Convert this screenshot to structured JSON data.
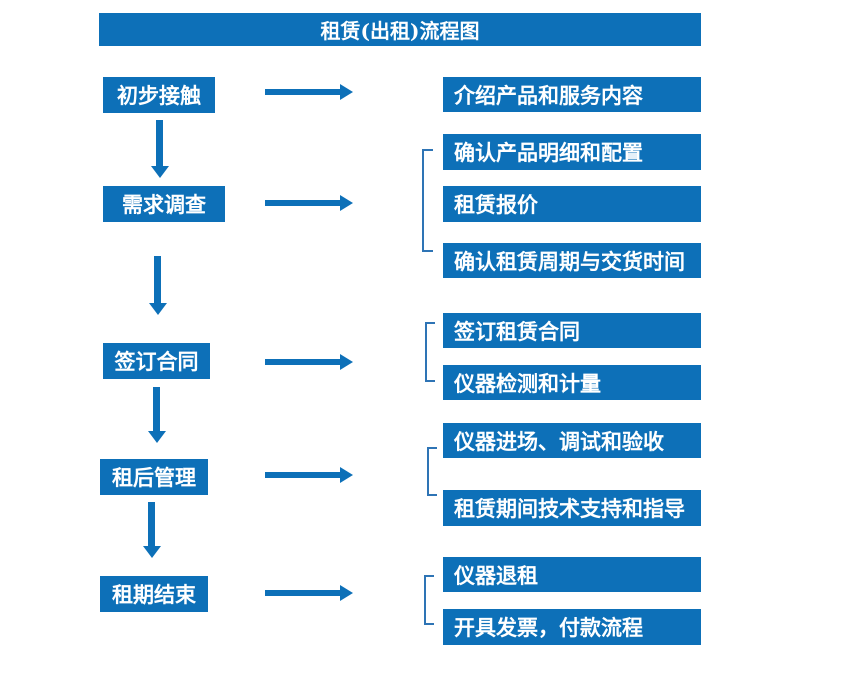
{
  "title": "租赁(出租)流程图",
  "colors": {
    "primary": "#0d70b8",
    "bracket": "#2e74b5",
    "text": "#ffffff",
    "background": "#ffffff"
  },
  "steps": [
    {
      "label": "初步接触",
      "details": [
        "介绍产品和服务内容"
      ]
    },
    {
      "label": "需求调查",
      "details": [
        "确认产品明细和配置",
        "租赁报价",
        "确认租赁周期与交货时间"
      ]
    },
    {
      "label": "签订合同",
      "details": [
        "签订租赁合同",
        "仪器检测和计量"
      ]
    },
    {
      "label": "租后管理",
      "details": [
        "仪器进场、调试和验收",
        "租赁期间技术支持和指导"
      ]
    },
    {
      "label": "租期结束",
      "details": [
        "仪器退租",
        "开具发票，付款流程"
      ]
    }
  ]
}
